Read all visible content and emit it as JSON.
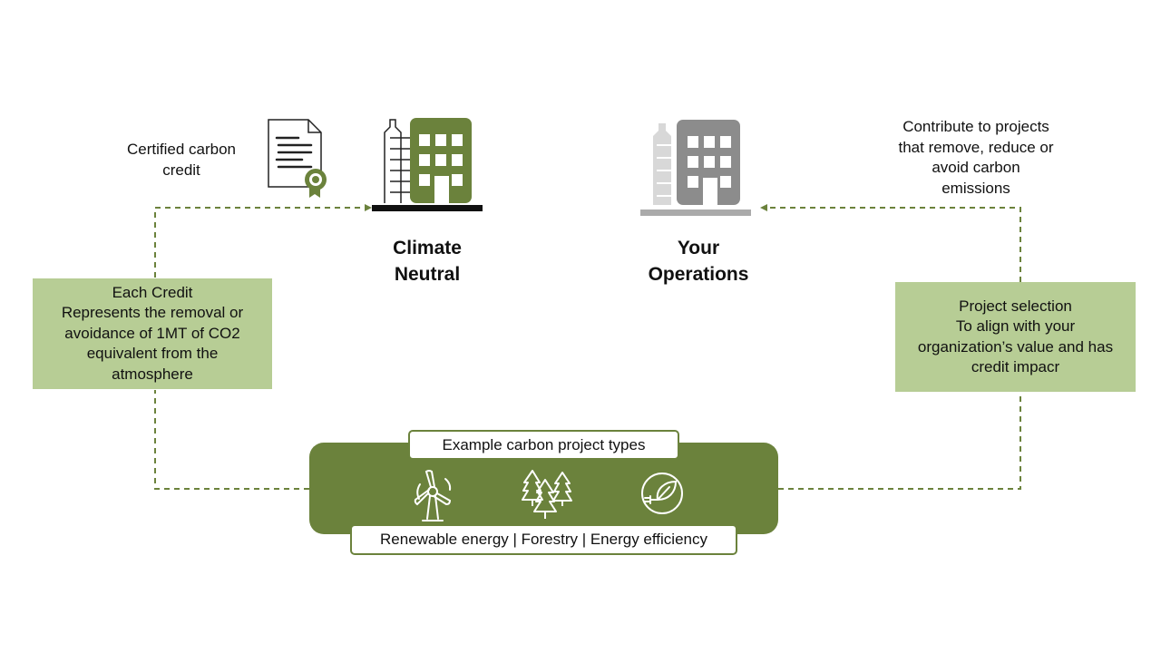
{
  "certified": {
    "line1": "Certified carbon",
    "line2": "credit",
    "icon": "certificate-icon"
  },
  "left_building": {
    "title_line1": "Climate",
    "title_line2": "Neutral",
    "color": "#6b823c",
    "icon": "building-icon"
  },
  "right_building": {
    "title_line1": "Your",
    "title_line2": "Operations",
    "color": "#8c8c8c",
    "icon": "building-icon"
  },
  "contribute": {
    "line1": "Contribute to projects",
    "line2": "that remove, reduce or",
    "line3": "avoid carbon",
    "line4": "emissions"
  },
  "left_box": {
    "line1": "Each Credit",
    "line2": "Represents the removal or",
    "line3": "avoidance of 1MT of CO2",
    "line4": "equivalent from the",
    "line5": "atmosphere"
  },
  "right_box": {
    "line1": "Project selection",
    "line2": "To align with your",
    "line3": "organization’s value and has",
    "line4": "credit impacr"
  },
  "projects": {
    "header": "Example carbon project types",
    "footer": "Renewable energy | Forestry | Energy efficiency",
    "icons": [
      "wind-turbine-icon",
      "trees-icon",
      "leaf-plug-icon"
    ]
  },
  "colors": {
    "dark_green": "#6b823c",
    "light_green": "#b7cd95",
    "gray": "#8c8c8c"
  }
}
